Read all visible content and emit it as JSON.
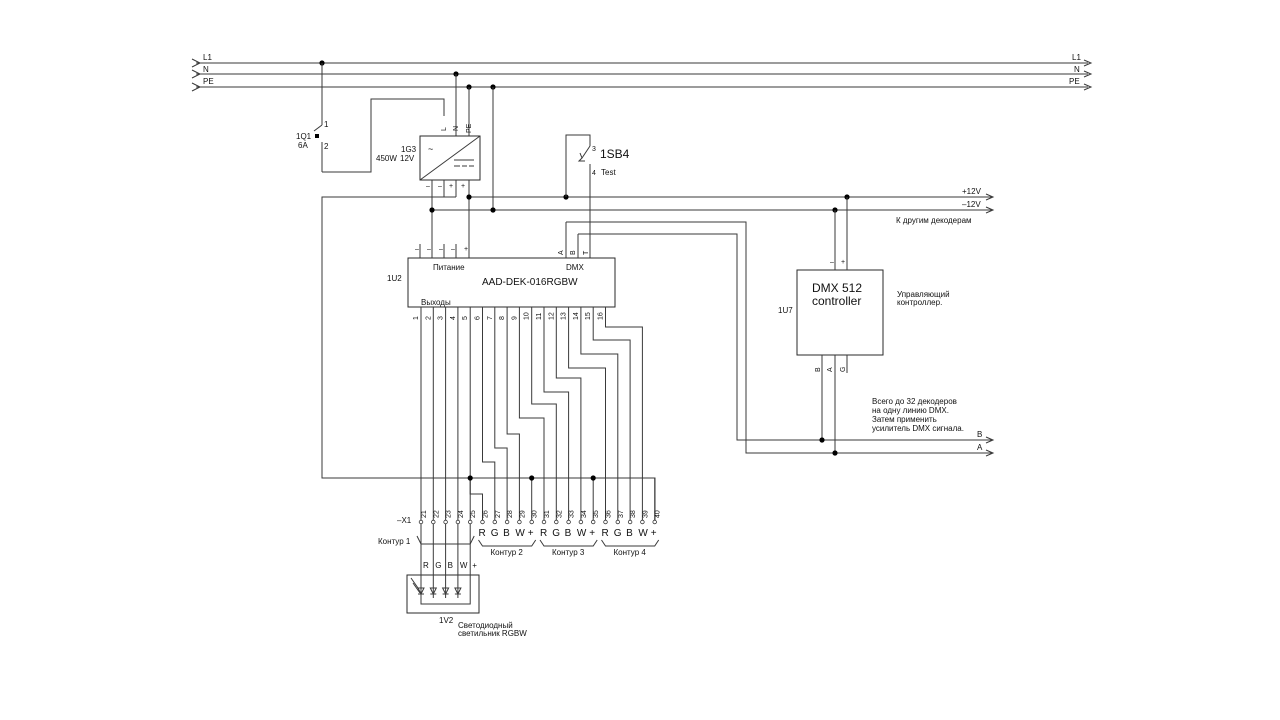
{
  "diagram": {
    "buses": {
      "L1": "L1",
      "N": "N",
      "PE": "PE"
    },
    "breaker": {
      "ref": "1Q1",
      "rating": "6A",
      "pin1": "1",
      "pin2": "2"
    },
    "psu": {
      "ref": "1G3",
      "spec_power": "450W",
      "spec_voltage": "12V",
      "pins_in": [
        "L",
        "N",
        "PE"
      ],
      "pins_out": [
        "–",
        "–",
        "+",
        "+"
      ],
      "ac_symbol": "~",
      "dc_symbol": "---"
    },
    "button": {
      "ref": "1SB4",
      "pin3": "3",
      "pin4": "4",
      "label": "Test"
    },
    "dc_buses": {
      "plus": "+12V",
      "minus": "–12V",
      "note": "К другим декодерам"
    },
    "decoder": {
      "ref": "1U2",
      "model": "AAD-DEK-016RGBW",
      "power_label": "Питание",
      "dmx_label": "DMX",
      "outputs_label": "Выходы",
      "power_pins": [
        "–",
        "–",
        "–",
        "–",
        "–",
        "+"
      ],
      "dmx_pins": [
        "A",
        "B",
        "T"
      ],
      "output_pins": [
        "1",
        "2",
        "3",
        "4",
        "5",
        "6",
        "7",
        "8",
        "9",
        "10",
        "11",
        "12",
        "13",
        "14",
        "15",
        "16"
      ]
    },
    "controller": {
      "ref": "1U7",
      "title_line1": "DMX 512",
      "title_line2": "controller",
      "desc_line1": "Управляющий",
      "desc_line2": "контроллер.",
      "top_pins": [
        "–",
        "+"
      ],
      "bottom_pins": [
        "B",
        "A",
        "G"
      ]
    },
    "dmx_lines": {
      "B": "B",
      "A": "A",
      "note": [
        "Всего до 32 декодеров",
        "на одну линию DMX.",
        "Затем применить",
        "усилитель DMX сигнала."
      ]
    },
    "terminal": {
      "ref": "–X1",
      "pins": [
        "21",
        "22",
        "23",
        "24",
        "25",
        "26",
        "27",
        "28",
        "29",
        "30",
        "31",
        "32",
        "33",
        "34",
        "35",
        "36",
        "37",
        "38",
        "39",
        "40"
      ],
      "groups": [
        {
          "label": "Контур 1",
          "channels": [
            "R",
            "G",
            "B",
            "W",
            "+"
          ]
        },
        {
          "label": "Контур 2",
          "channels": [
            "R",
            "G",
            "B",
            "W",
            "+"
          ]
        },
        {
          "label": "Контур 3",
          "channels": [
            "R",
            "G",
            "B",
            "W",
            "+"
          ]
        },
        {
          "label": "Контур 4",
          "channels": [
            "R",
            "G",
            "B",
            "W",
            "+"
          ]
        }
      ]
    },
    "luminaire": {
      "ref": "1V2",
      "channels": [
        "R",
        "G",
        "B",
        "W",
        "+"
      ],
      "desc_line1": "Светодиодный",
      "desc_line2": "светильник RGBW"
    }
  }
}
